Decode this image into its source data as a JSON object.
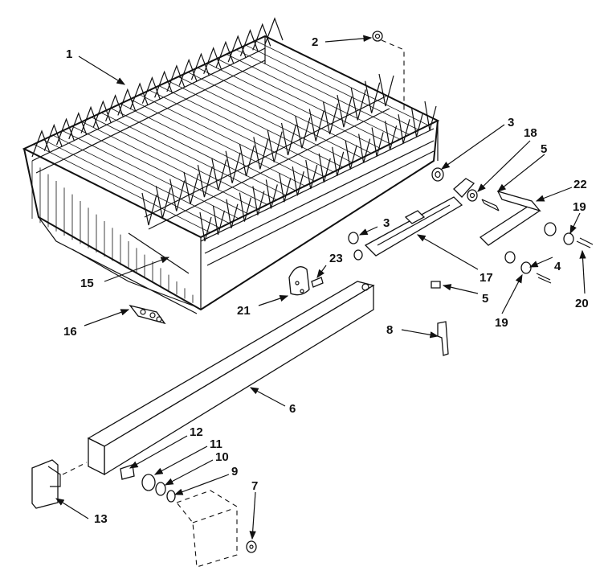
{
  "callouts": [
    {
      "id": "c1",
      "text": "1"
    },
    {
      "id": "c2",
      "text": "2"
    },
    {
      "id": "c3a",
      "text": "3"
    },
    {
      "id": "c18",
      "text": "18"
    },
    {
      "id": "c5a",
      "text": "5"
    },
    {
      "id": "c22",
      "text": "22"
    },
    {
      "id": "c19a",
      "text": "19"
    },
    {
      "id": "c3b",
      "text": "3"
    },
    {
      "id": "c4",
      "text": "4"
    },
    {
      "id": "c17",
      "text": "17"
    },
    {
      "id": "c23",
      "text": "23"
    },
    {
      "id": "c15",
      "text": "15"
    },
    {
      "id": "c5b",
      "text": "5"
    },
    {
      "id": "c20",
      "text": "20"
    },
    {
      "id": "c21",
      "text": "21"
    },
    {
      "id": "c19b",
      "text": "19"
    },
    {
      "id": "c16",
      "text": "16"
    },
    {
      "id": "c8",
      "text": "8"
    },
    {
      "id": "c6",
      "text": "6"
    },
    {
      "id": "c12",
      "text": "12"
    },
    {
      "id": "c11",
      "text": "11"
    },
    {
      "id": "c10",
      "text": "10"
    },
    {
      "id": "c9",
      "text": "9"
    },
    {
      "id": "c7",
      "text": "7"
    },
    {
      "id": "c13",
      "text": "13"
    }
  ]
}
